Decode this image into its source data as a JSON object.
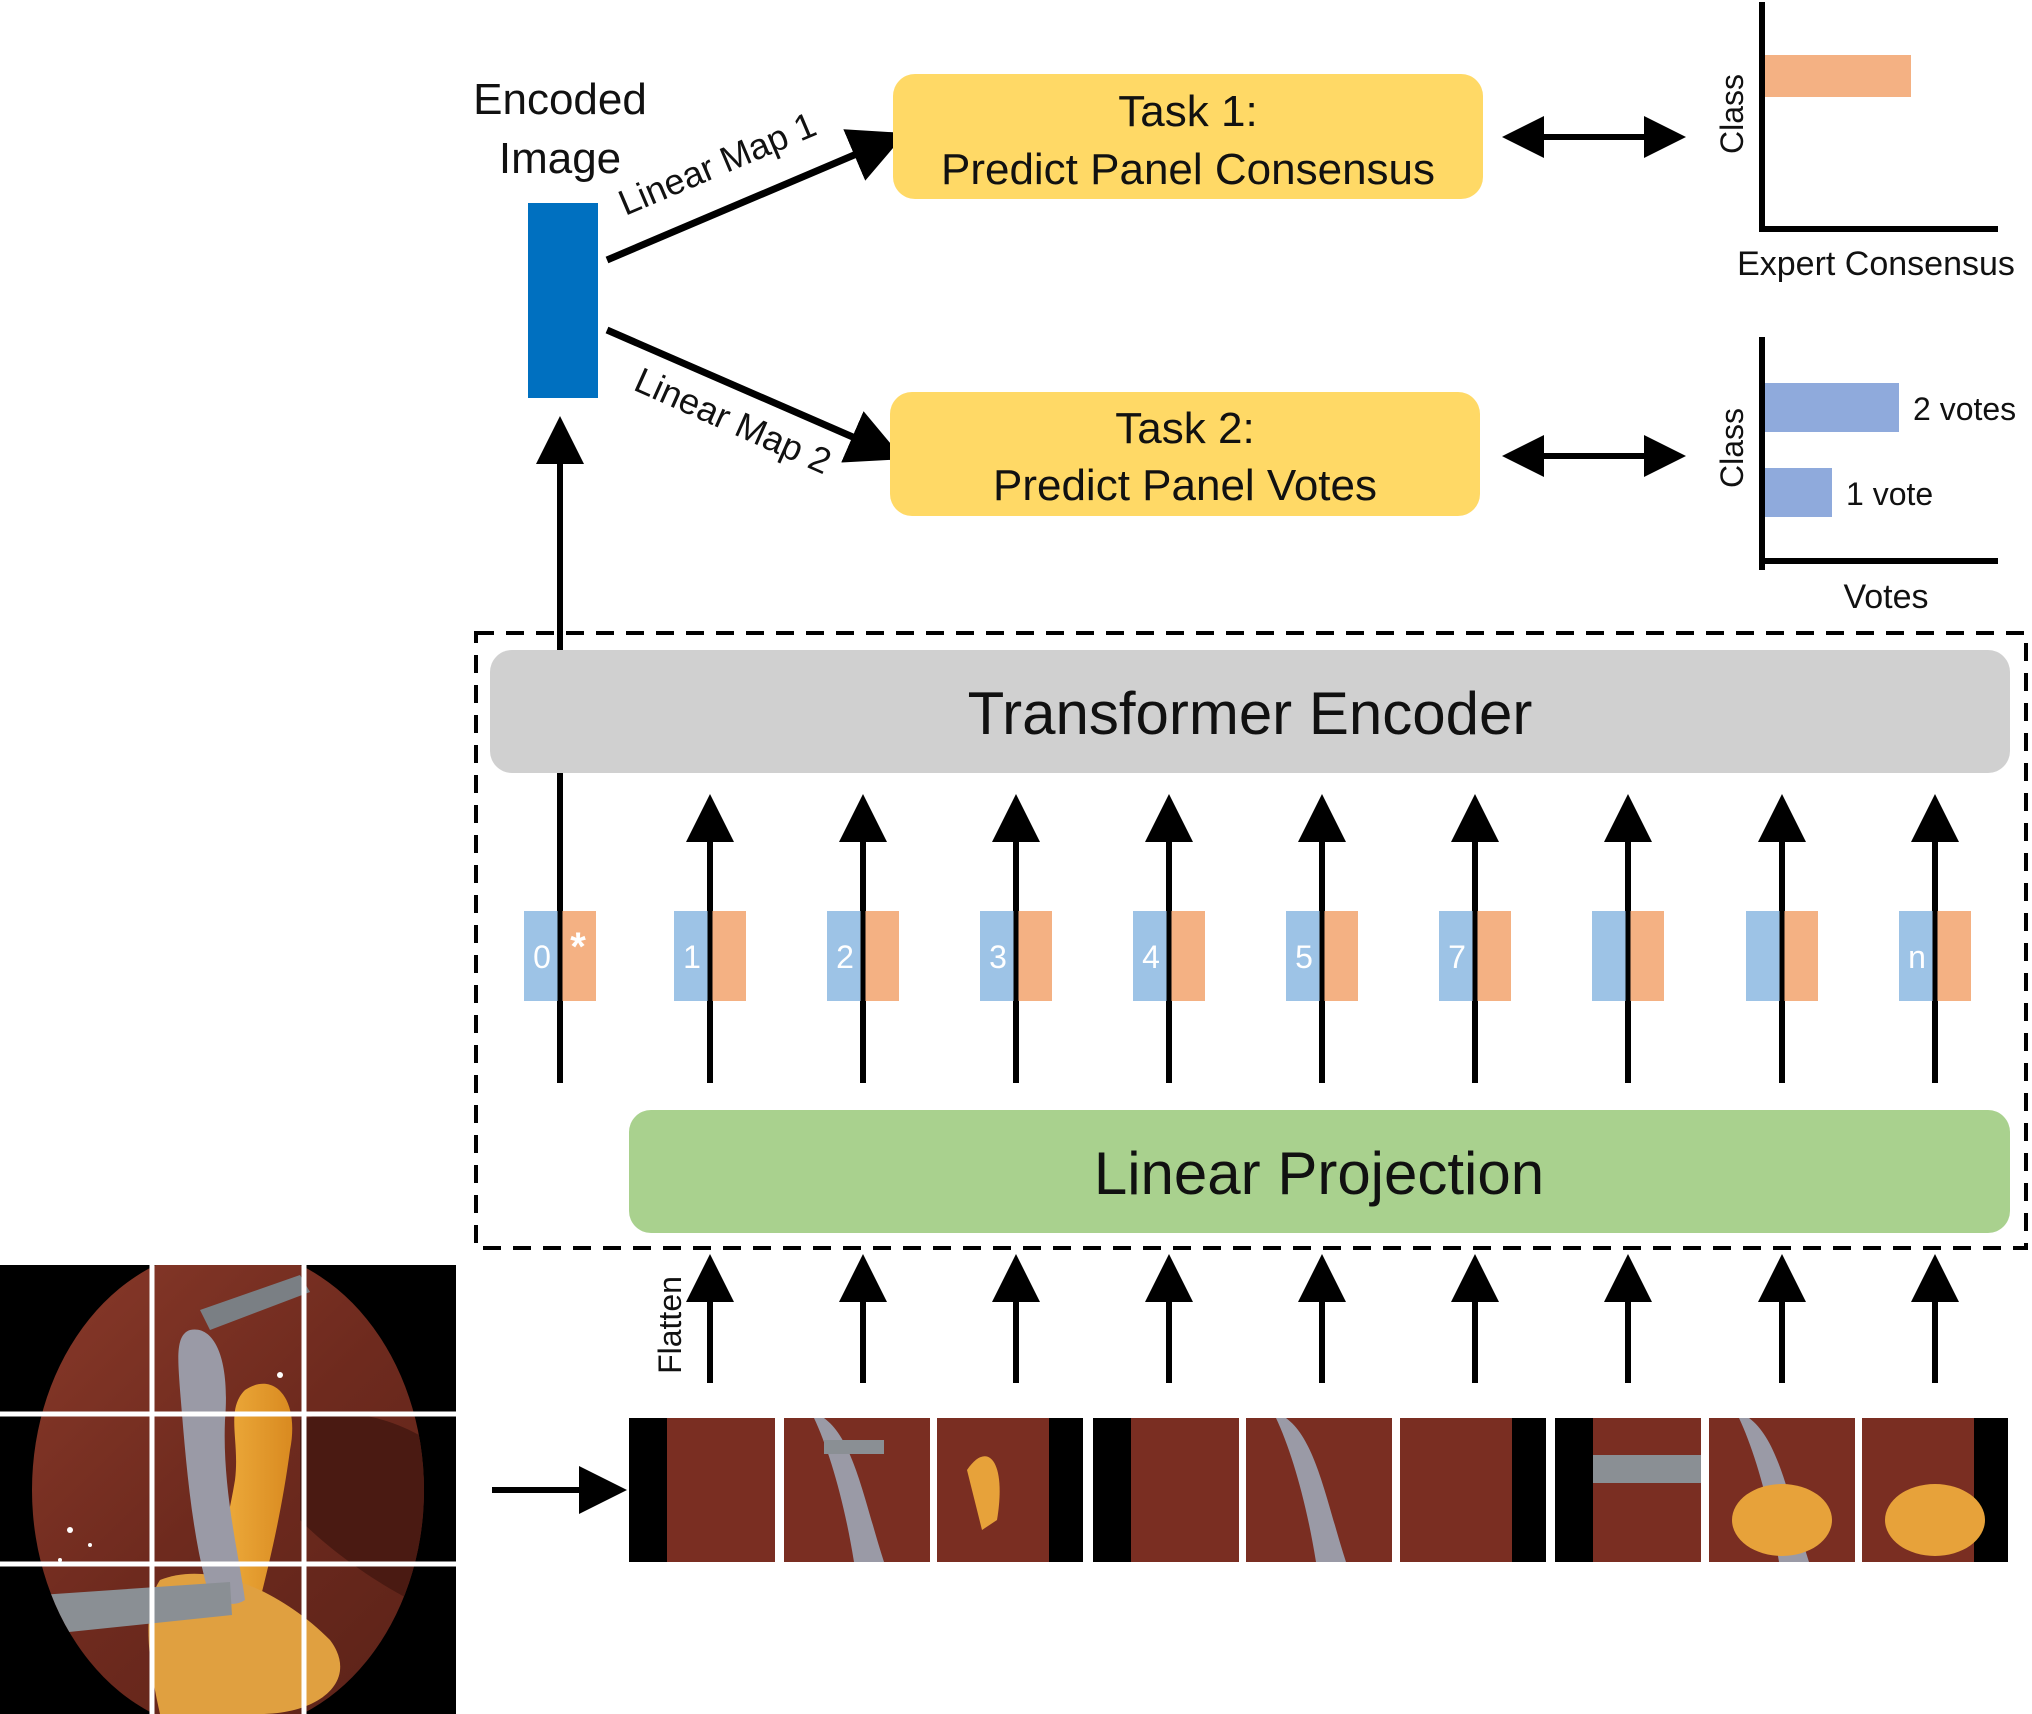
{
  "encoded_image": {
    "label_line1": "Encoded",
    "label_line2": "Image",
    "color": "#0070C0"
  },
  "linear_map_1": "Linear Map 1",
  "linear_map_2": "Linear Map 2",
  "task1": {
    "line1": "Task 1:",
    "line2": "Predict Panel Consensus",
    "color": "#FFD966"
  },
  "task2": {
    "line1": "Task 2:",
    "line2": "Predict Panel Votes",
    "color": "#FFD966"
  },
  "chart1": {
    "ylabel": "Class",
    "xlabel": "Expert Consensus",
    "bar_color": "#F4B183"
  },
  "chart2": {
    "ylabel": "Class",
    "xlabel": "Votes",
    "bar_color": "#8FAADC",
    "bar_labels": [
      "2 votes",
      "1 vote"
    ]
  },
  "chart_data": [
    {
      "type": "bar",
      "ylabel": "Class",
      "xlabel": "Expert Consensus",
      "categories": [
        ""
      ],
      "values": [
        1
      ]
    },
    {
      "type": "bar",
      "ylabel": "Class",
      "xlabel": "Votes",
      "categories": [
        "",
        ""
      ],
      "values": [
        2,
        1
      ]
    }
  ],
  "transformer_encoder": {
    "label": "Transformer Encoder",
    "color": "#D0D0D0"
  },
  "linear_projection": {
    "label": "Linear Projection",
    "color": "#A9D18E"
  },
  "tokens": [
    {
      "label": "0",
      "extra": "*"
    },
    {
      "label": "1"
    },
    {
      "label": "2"
    },
    {
      "label": "3"
    },
    {
      "label": "4"
    },
    {
      "label": "5"
    },
    {
      "label": "7"
    },
    {
      "label": ""
    },
    {
      "label": ""
    },
    {
      "label": "n"
    }
  ],
  "token_colors": {
    "position": "#9DC3E6",
    "patch": "#F4B183"
  },
  "flatten_label": "Flatten",
  "colors": {
    "liver": "#7a2e22",
    "gallbladder": "#e7a23a",
    "tool": "#8a8f94"
  }
}
